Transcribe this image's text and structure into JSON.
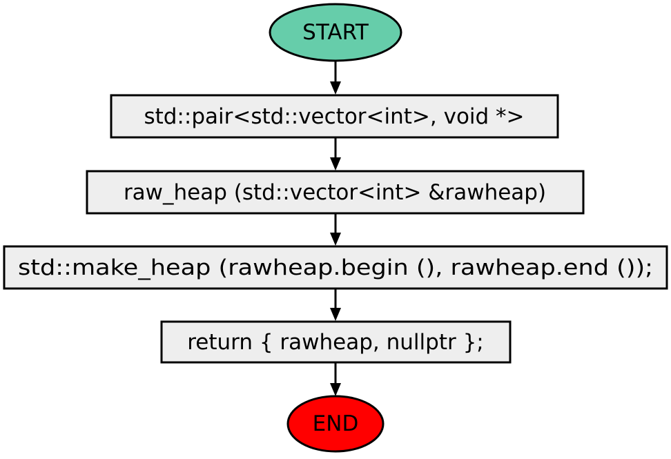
{
  "flowchart": {
    "start": {
      "label": "START",
      "color": "#66cdaa"
    },
    "steps": [
      {
        "label": "std::pair<std::vector<int>, void *>"
      },
      {
        "label": "raw_heap (std::vector<int> &rawheap)"
      },
      {
        "label": "std::make_heap (rawheap.begin (), rawheap.end ());"
      },
      {
        "label": "return { rawheap, nullptr };"
      }
    ],
    "end": {
      "label": "END",
      "color": "#ff0000"
    },
    "box_color": "#eeeeee",
    "stroke_color": "#000000"
  }
}
